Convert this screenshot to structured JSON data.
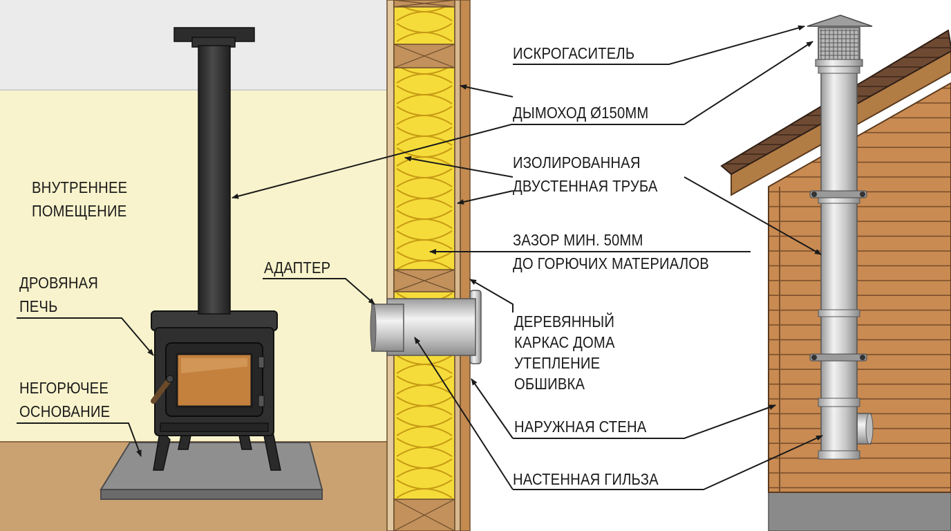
{
  "labels": {
    "spark_arrester": "ИСКРОГАСИТЕЛЬ",
    "chimney": "ДЫМОХОД Ø150мм",
    "insulated_pipe_line1": "ИЗОЛИРОВАННАЯ",
    "insulated_pipe_line2": "ДВУСТЕННАЯ ТРУБА",
    "gap_line1": "ЗАЗОР МИН. 50мм",
    "gap_line2": "ДО ГОРЮЧИХ МАТЕРИАЛОВ",
    "adapter": "АДАПТЕР",
    "layers_line1": "ДЕРЕВЯННЫЙ",
    "layers_line2": "КАРКАС ДОМА",
    "layers_line3": "УТЕПЛЕНИЕ",
    "layers_line4": "ОБШИВКА",
    "outer_wall": "НАРУЖНАЯ СТЕНА",
    "wall_sleeve": "НАСТЕННАЯ ГИЛЬЗА",
    "indoor_line1": "ВНУТРЕННЕЕ",
    "indoor_line2": "ПОМЕЩЕНИЕ",
    "stove_line1": "ДРОВЯНАЯ",
    "stove_line2": "ПЕЧЬ",
    "base_line1": "НЕГОРЮЧЕЕ",
    "base_line2": "ОСНОВАНИЕ"
  },
  "colors": {
    "interior_wall": "#f8f3cc",
    "interior_floor": "#caa272",
    "ceiling": "#e9e9e9",
    "stove": "#2f2f2f",
    "insulation": "#f5dc3a",
    "timber": "#c2915c",
    "siding": "#c98b52",
    "roof": "#6a4530",
    "steel": "#c8c8c8",
    "base": "#8e8e8e"
  }
}
